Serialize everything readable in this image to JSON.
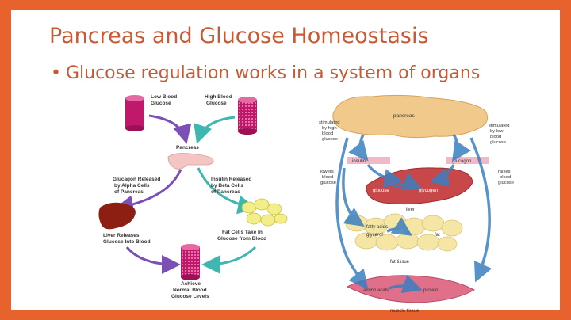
{
  "slide": {
    "title": "Pancreas and Glucose Homeostasis",
    "bullet": "Glucose regulation works in a system of organs",
    "bullet_marker": "•"
  },
  "left_diagram": {
    "low_blood_glucose": [
      "Low Blood",
      "Glucose"
    ],
    "high_blood_glucose": [
      "High Blood",
      "Glucose"
    ],
    "pancreas": "Pancreas",
    "glucagon_released": [
      "Glucagon Released",
      "by Alpha Cells",
      "of Pancreas"
    ],
    "insulin_released": [
      "Insulin Released",
      "by Beta Cells",
      "of Pancreas"
    ],
    "liver_releases": [
      "Liver Releases",
      "Glucose Into Blood"
    ],
    "fat_cells": [
      "Fat Cells Take In",
      "Glucose from Blood"
    ],
    "achieve": [
      "Achieve",
      "Normal Blood",
      "Glucose Levels"
    ]
  },
  "right_diagram": {
    "pancreas": "pancreas",
    "stim_high": [
      "stimulated",
      "by high",
      "blood",
      "glucose"
    ],
    "stim_low": [
      "stimulated",
      "by low",
      "blood",
      "glucose"
    ],
    "insulin": "insulin",
    "glucagon": "glucagon",
    "lowers": [
      "lowers",
      "blood",
      "glucose"
    ],
    "raises": [
      "raises",
      "blood",
      "glucose"
    ],
    "liver_glucose": "glucose",
    "liver_glycogen": "glycogen",
    "liver": "liver",
    "fatty_acids": "fatty acids",
    "glycerol": "glycerol",
    "fat": "fat",
    "fat_tissue": "fat tissue",
    "amino_acids": "amino acids",
    "protein": "protein",
    "muscle_tissue": "muscle tissue"
  },
  "colors": {
    "frame": "#e8622e",
    "title": "#c75a33",
    "purple_arrow": "#7b4fb5",
    "teal_arrow": "#3fb6b0",
    "blue_arrow": "#4a8fc9"
  }
}
